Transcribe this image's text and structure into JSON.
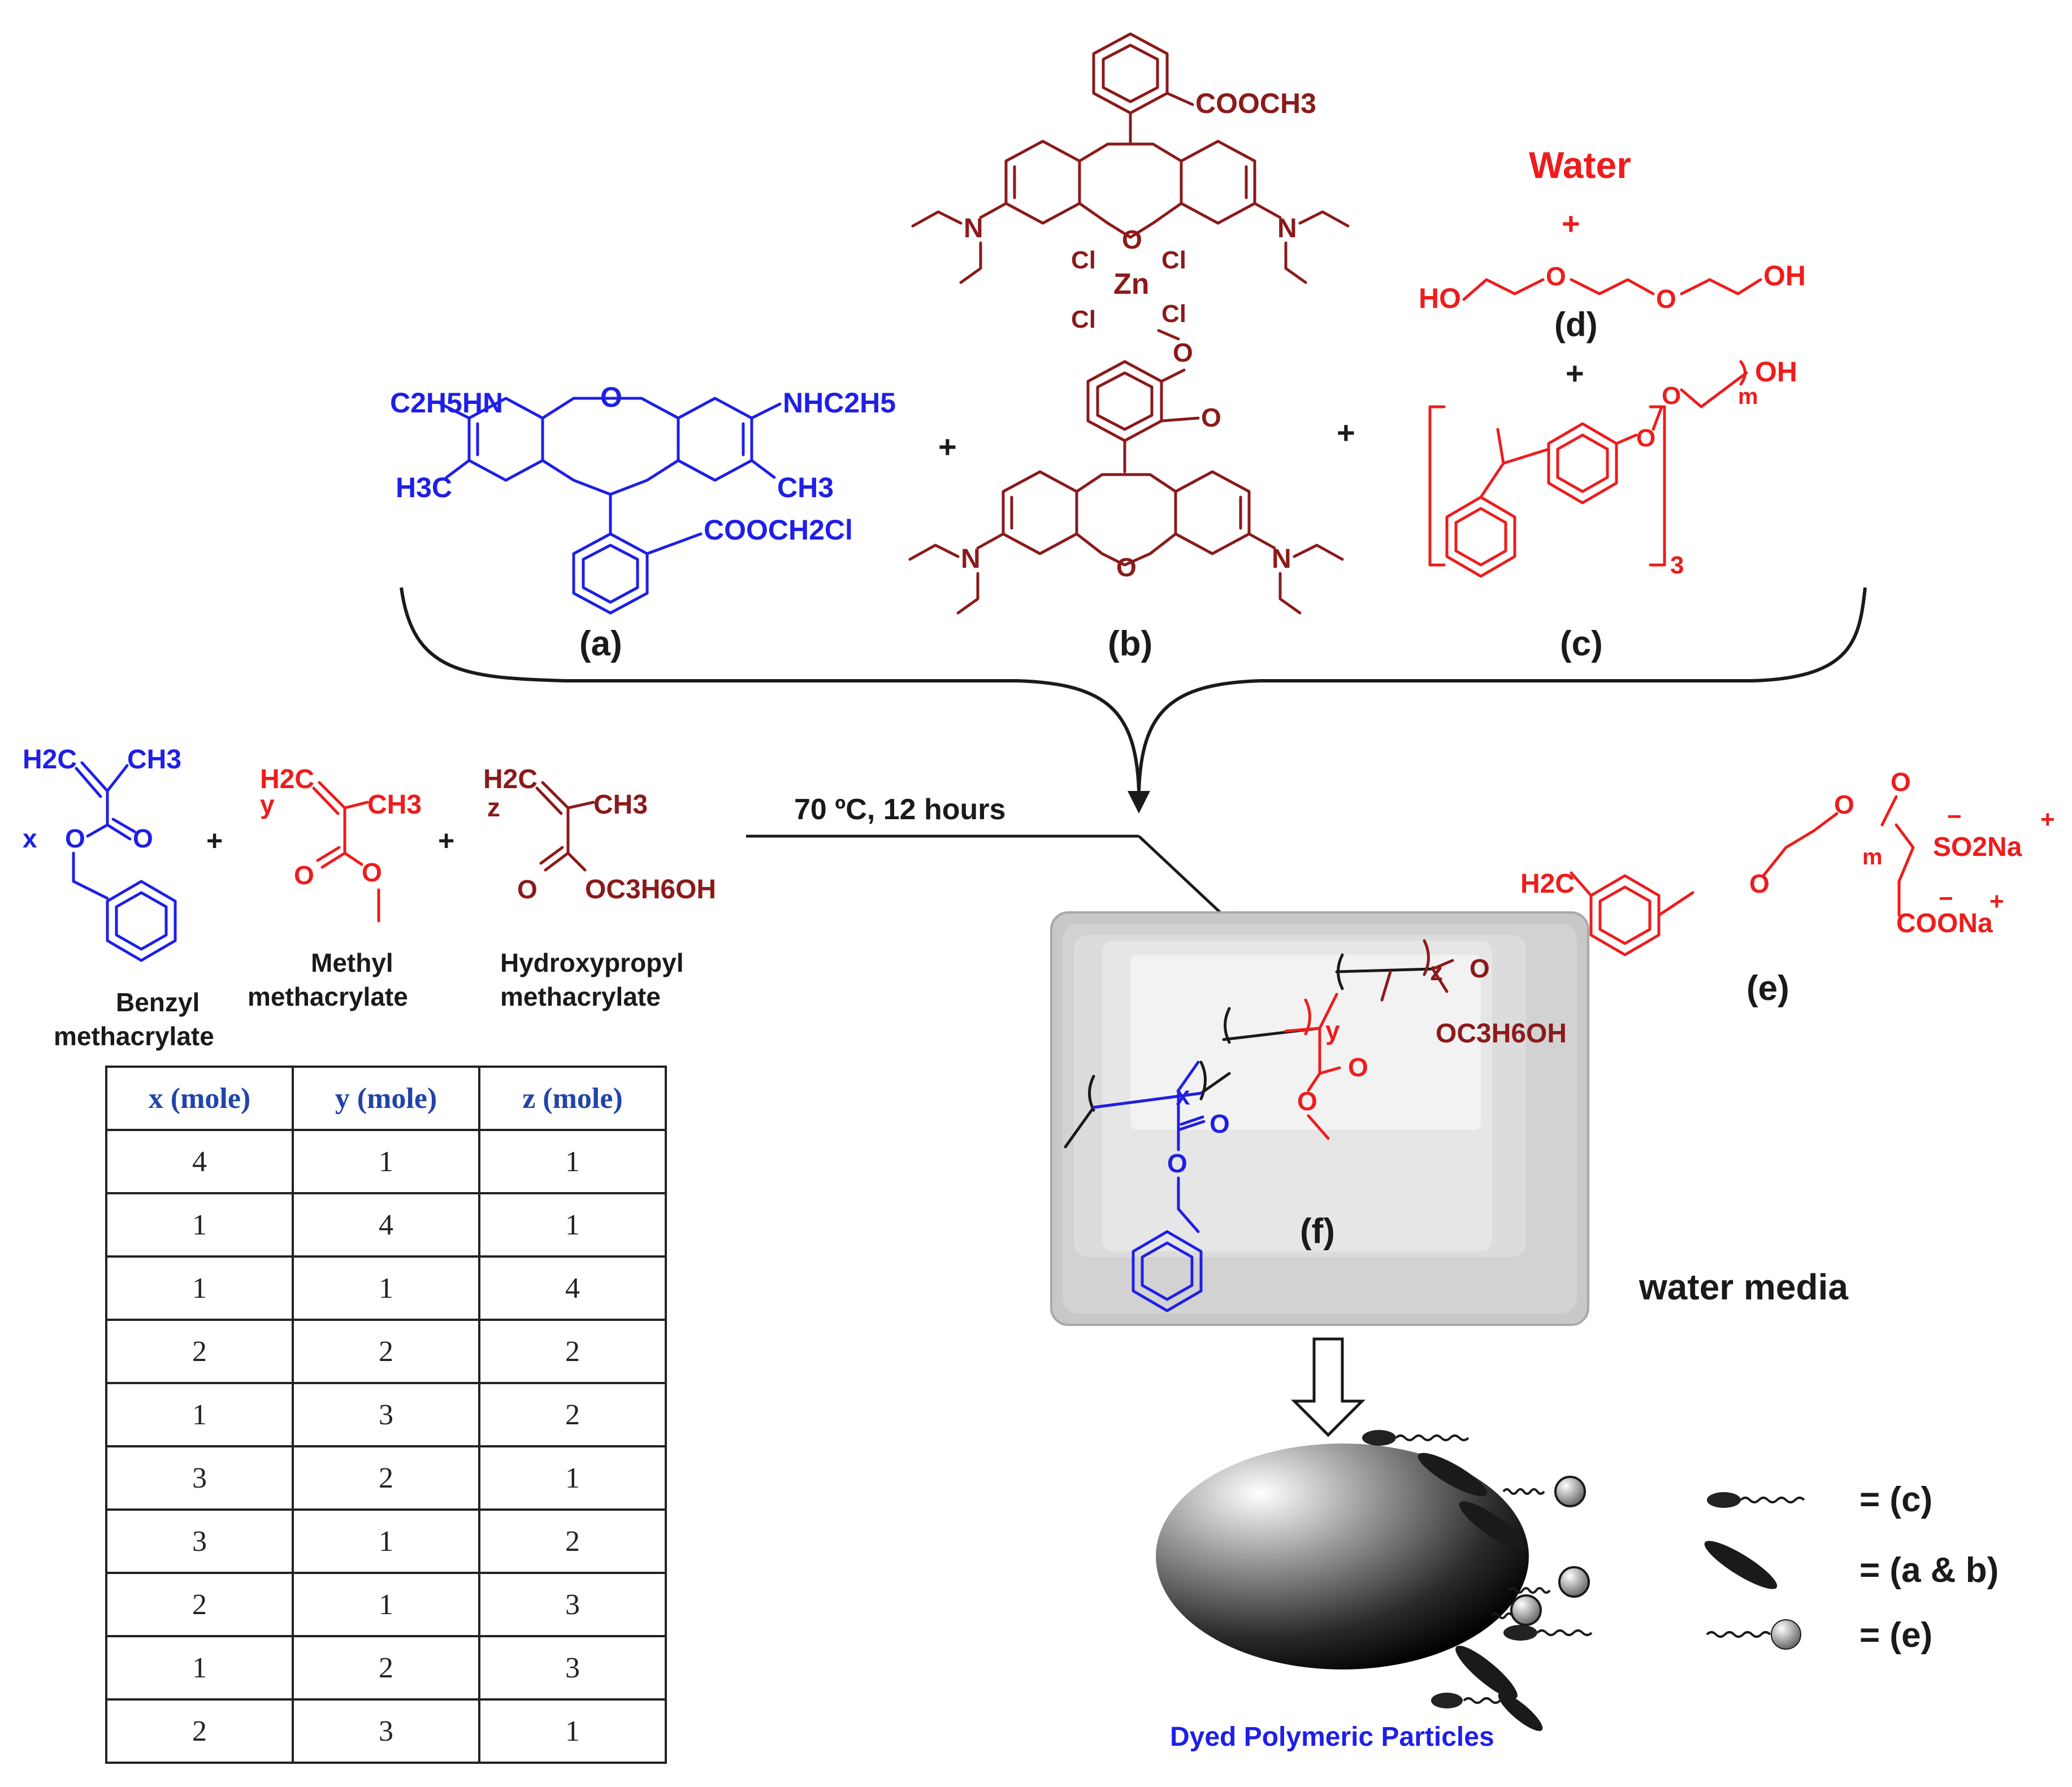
{
  "labels": {
    "a": "(a)",
    "b": "(b)",
    "c": "(c)",
    "d": "(d)",
    "e": "(e)",
    "f": "(f)",
    "water": "Water",
    "plus": "+",
    "condition": "70 ºC, 12 hours",
    "water_media": "water media",
    "particles": "Dyed Polymeric Particles"
  },
  "monomers": {
    "benzyl": [
      "Benzyl",
      "methacrylate"
    ],
    "methyl": [
      "Methyl",
      "methacrylate"
    ],
    "hydroxypropyl": [
      "Hydroxypropyl",
      "methacrylate"
    ],
    "x": "x",
    "y": "y",
    "z": "z"
  },
  "chem": {
    "a_left": "C2H5HN",
    "a_right": "NHC2H5",
    "a_me_left": "H3C",
    "a_me_right": "CH3",
    "a_ester": "COOCH2Cl",
    "o": "O",
    "n": "N",
    "b_ester": "COOCH3",
    "zn": "Zn",
    "cl": "Cl",
    "ho": "HO",
    "oh": "OH",
    "m": "m",
    "sub3": "3",
    "ch3": "CH3",
    "h2c": "H2C",
    "oc3h6oh": "OC3H6OH",
    "so2na": "SO2Na",
    "coona": "COONa",
    "minus": "−"
  },
  "legend": [
    {
      "symbol": "c-icon",
      "text": "= (c)"
    },
    {
      "symbol": "ab-icon",
      "text": "= (a & b)"
    },
    {
      "symbol": "e-icon",
      "text": "= (e)"
    }
  ],
  "table": {
    "headers": [
      "x (mole)",
      "y (mole)",
      "z (mole)"
    ],
    "rows": [
      [
        "4",
        "1",
        "1"
      ],
      [
        "1",
        "4",
        "1"
      ],
      [
        "1",
        "1",
        "4"
      ],
      [
        "2",
        "2",
        "2"
      ],
      [
        "1",
        "3",
        "2"
      ],
      [
        "3",
        "2",
        "1"
      ],
      [
        "3",
        "1",
        "2"
      ],
      [
        "2",
        "1",
        "3"
      ],
      [
        "1",
        "2",
        "3"
      ],
      [
        "2",
        "3",
        "1"
      ]
    ]
  },
  "colors": {
    "blue": "#1f1fe6",
    "red": "#ee1c1c",
    "dark_red": "#8b1a1a",
    "black": "#1a1a1a"
  }
}
